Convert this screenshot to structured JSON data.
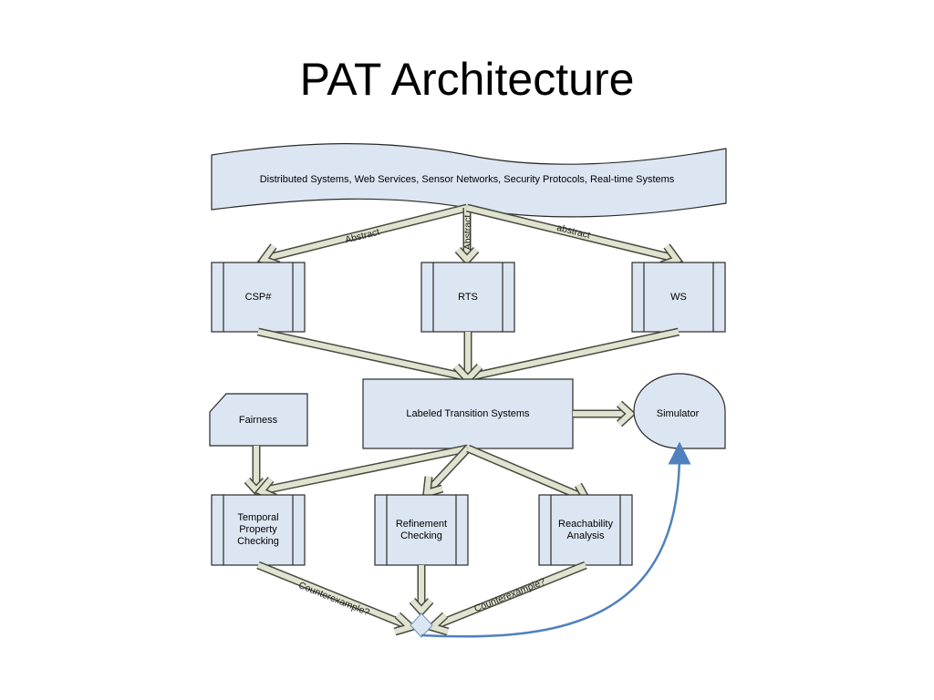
{
  "slide": {
    "title": "PAT Architecture"
  },
  "diagram": {
    "domains_banner": "Distributed Systems, Web Services, Sensor Networks, Security Protocols, Real-time Systems",
    "modules": {
      "csp": "CSP#",
      "rts": "RTS",
      "ws": "WS"
    },
    "lts": "Labeled Transition Systems",
    "fairness": "Fairness",
    "simulator": "Simulator",
    "checkers": {
      "temporal": [
        "Temporal",
        "Property",
        "Checking"
      ],
      "refinement": [
        "Refinement",
        "Checking"
      ],
      "reachability": [
        "Reachability",
        "Analysis"
      ]
    },
    "edge_labels": {
      "abstract_left": "Abstract",
      "abstract_mid": "Abstract",
      "abstract_right": "abstract",
      "counterexample_left": "Counterexample?",
      "counterexample_right": "Counterexample?"
    },
    "colors": {
      "box_fill": "#dce6f2",
      "arrow_fill": "#dfe3cf",
      "feedback_arrow": "#4f81bd"
    }
  }
}
